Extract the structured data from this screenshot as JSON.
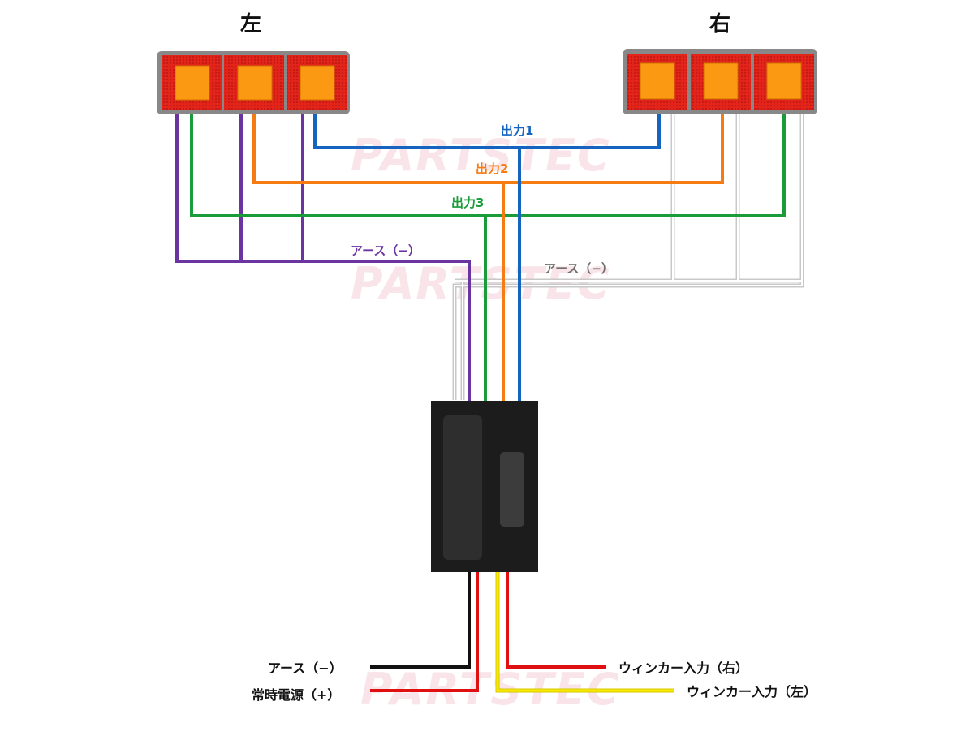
{
  "sides": {
    "left": "左",
    "right": "右"
  },
  "outputs": [
    {
      "label": "出力1",
      "color": "#1565c0"
    },
    {
      "label": "出力2",
      "color": "#f57c12"
    },
    {
      "label": "出力3",
      "color": "#1a9c3a"
    }
  ],
  "ground_left": {
    "label": "アース（−）",
    "color": "#6a35a1"
  },
  "ground_right": {
    "label": "アース（−）",
    "color": "#6e6e6e"
  },
  "bottom_wires": {
    "ground": {
      "label": "アース（−）",
      "color": "#111111"
    },
    "power": {
      "label": "常時電源（+）",
      "color": "#e01010"
    },
    "blinker_right": {
      "label": "ウィンカー入力（右）",
      "color": "#e01010"
    },
    "blinker_left": {
      "label": "ウィンカー入力（左）",
      "color": "#f0e000"
    }
  },
  "watermark": "PARTSTEC",
  "colors": {
    "lamp_red": "#e3241b",
    "lamp_amber": "#fb9a12",
    "lamp_frame": "#888888",
    "module": "#1c1c1c"
  }
}
